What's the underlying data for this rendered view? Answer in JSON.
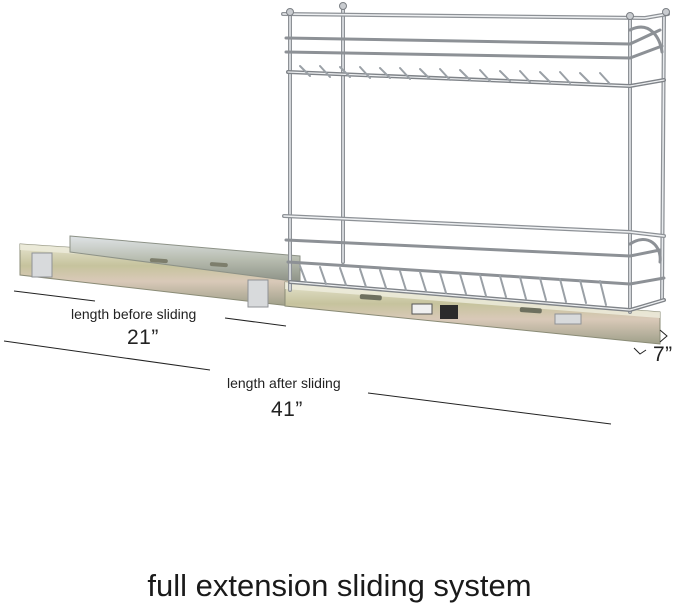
{
  "product": {
    "name": "two-tier chrome pull-out basket on full extension slides"
  },
  "dimensions": {
    "before_label": "length before sliding",
    "before_value": "21”",
    "after_label": "length after sliding",
    "after_value": "41”",
    "depth_value": "7”"
  },
  "caption": "full extension sliding system",
  "colors": {
    "background": "#ffffff",
    "chrome": "#b9bcc2",
    "chrome_dark": "#6f7378",
    "rail": "#c9c6a3",
    "text": "#222222"
  }
}
